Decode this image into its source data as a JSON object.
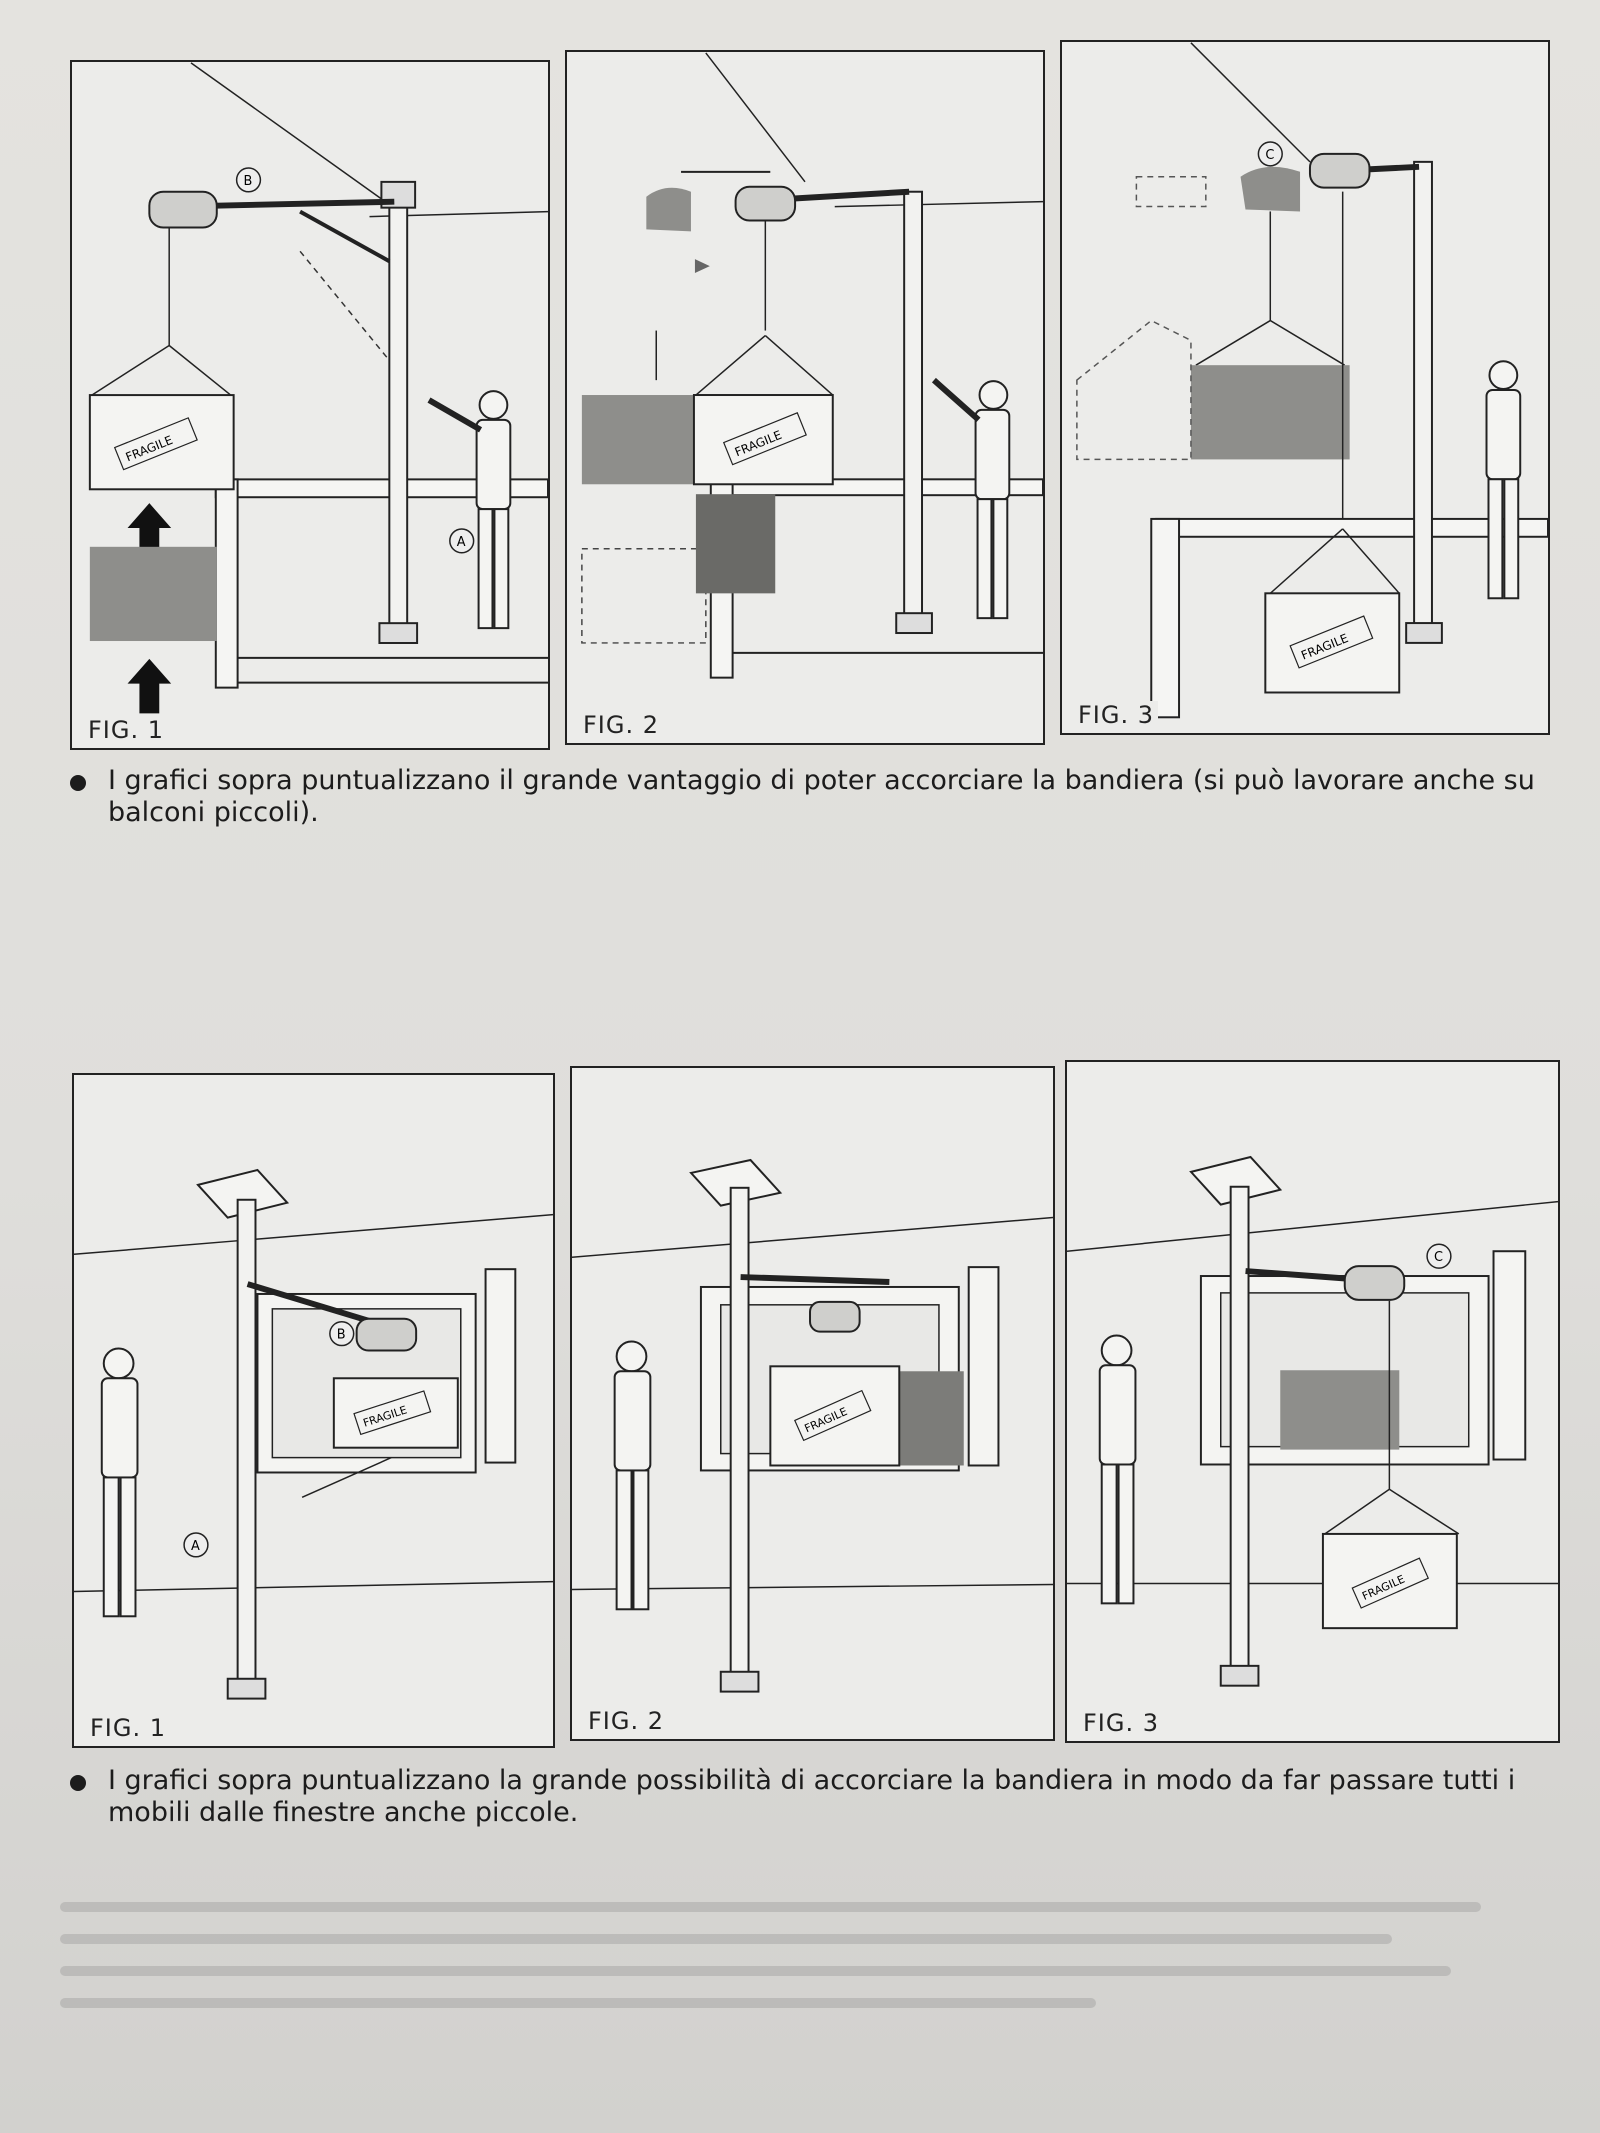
{
  "top_row": {
    "figures": [
      {
        "label": "FIG. 1",
        "callouts": [
          "A",
          "B"
        ],
        "crate_text": "FRAGILE"
      },
      {
        "label": "FIG. 2",
        "crate_text": "FRAGILE"
      },
      {
        "label": "FIG. 3",
        "callouts": [
          "C"
        ],
        "crate_text": "FRAGILE"
      }
    ],
    "caption": "I grafici sopra puntualizzano il grande vantaggio di poter accorciare la bandiera (si può lavorare anche su balconi piccoli)."
  },
  "bottom_row": {
    "figures": [
      {
        "label": "FIG. 1",
        "callouts": [
          "A",
          "B"
        ],
        "crate_text": "FRAGILE"
      },
      {
        "label": "FIG. 2",
        "crate_text": "FRAGILE"
      },
      {
        "label": "FIG. 3",
        "callouts": [
          "C"
        ],
        "crate_text": "FRAGILE"
      }
    ],
    "caption": "I grafici sopra puntualizzano la grande possibilità di accorciare la bandiera in modo da far passare tutti i mobili dalle finestre anche piccole."
  }
}
